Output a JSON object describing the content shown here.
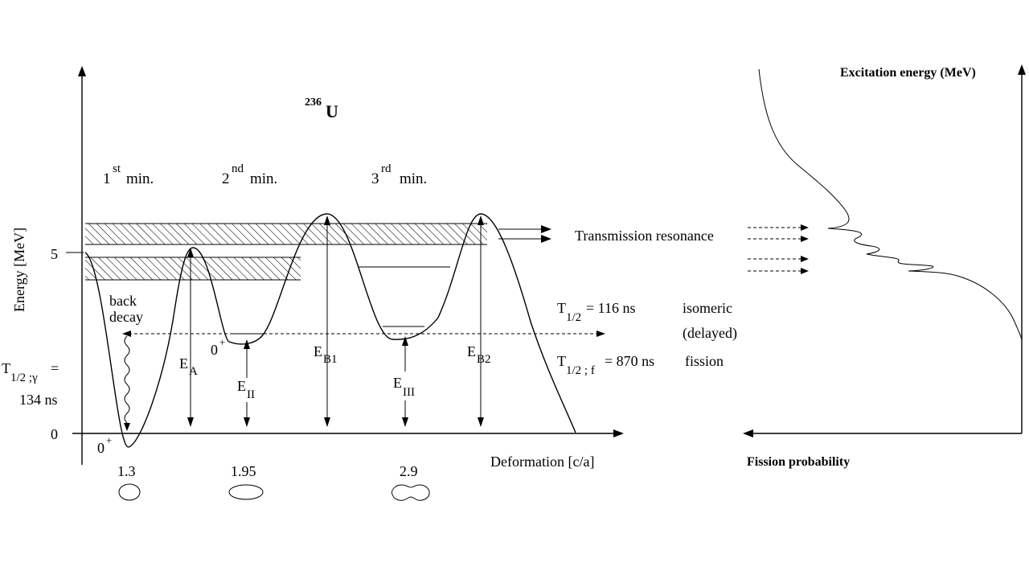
{
  "nucleus": {
    "mass": "236",
    "symbol": "U"
  },
  "minima": {
    "first": {
      "num": "1",
      "sup": "st",
      "word": "min."
    },
    "second": {
      "num": "2",
      "sup": "nd",
      "word": "min."
    },
    "third": {
      "num": "3",
      "sup": "rd",
      "word": "min."
    }
  },
  "axes": {
    "y_label": "Energy [MeV]",
    "y_tick_5": "5",
    "y_tick_0": "0",
    "x_label": "Deformation [c/a]",
    "x_ticks": [
      "1.3",
      "1.95",
      "2.9"
    ]
  },
  "labels": {
    "back_decay_1": "back",
    "back_decay_2": "decay",
    "spin_ground": "0",
    "spin_second": "0",
    "spin_sup": "+",
    "gamma_T": "T",
    "gamma_sub": "1/2 ;γ",
    "gamma_eq": "=",
    "gamma_val": "134 ns",
    "iso_T": "T",
    "iso_sub": "1/2",
    "iso_val": "= 116 ns",
    "iso_word": "isomeric",
    "iso_word2": "(delayed)",
    "fis_T": "T",
    "fis_sub": "1/2 ; f",
    "fis_val": "= 870 ns",
    "fis_word": "fission",
    "transmission": "Transmission resonance"
  },
  "energies": {
    "EA": {
      "main": "E",
      "sub": "A"
    },
    "EII": {
      "main": "E",
      "sub": "II"
    },
    "EB1": {
      "main": "E",
      "sub": "B1"
    },
    "EIII": {
      "main": "E",
      "sub": "III"
    },
    "EB2": {
      "main": "E",
      "sub": "B2"
    }
  },
  "right_panel": {
    "y_label": "Excitation energy (MeV)",
    "x_label": "Fission probability"
  }
}
